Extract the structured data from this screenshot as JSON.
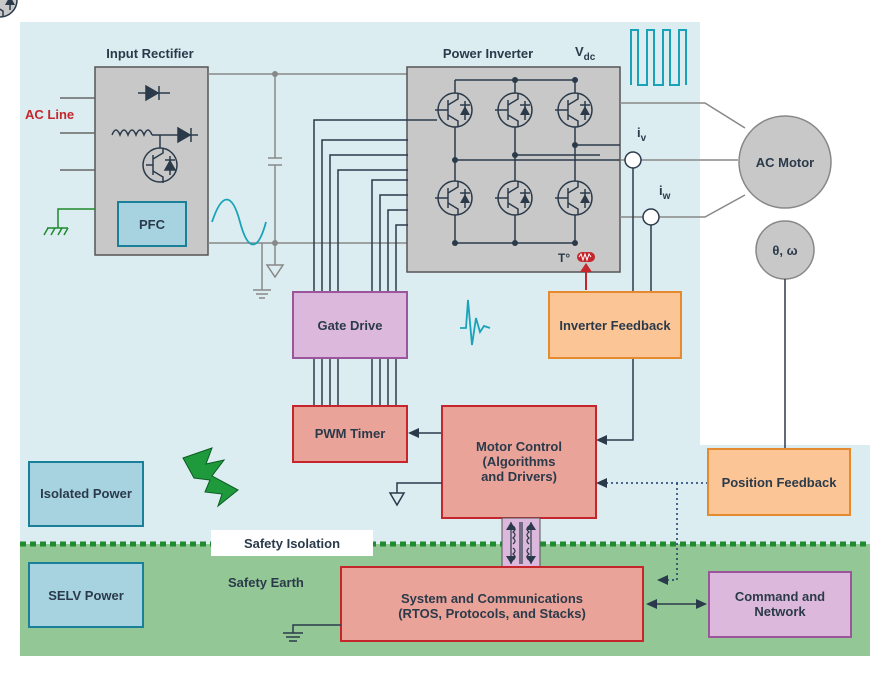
{
  "labels": {
    "input_rectifier": "Input Rectifier",
    "power_inverter": "Power Inverter",
    "vdc_main": "V",
    "vdc_sub": "dc",
    "ac_line": "AC Line",
    "pfc": "PFC",
    "iv_main": "i",
    "iv_sub": "v",
    "iw_main": "i",
    "iw_sub": "w",
    "ac_motor": "AC Motor",
    "theta_omega": "θ, ω",
    "temp": "T°",
    "gate_drive": "Gate Drive",
    "inverter_feedback": "Inverter Feedback",
    "pwm_timer": "PWM Timer",
    "motor_control_l1": "Motor Control",
    "motor_control_l2": "(Algorithms",
    "motor_control_l3": "and Drivers)",
    "position_feedback": "Position Feedback",
    "isolated_power": "Isolated Power",
    "safety_isolation": "Safety Isolation",
    "safety_earth": "Safety Earth",
    "selv_power": "SELV Power",
    "sys_comm_l1": "System and Communications",
    "sys_comm_l2": "(RTOS, Protocols, and Stacks)",
    "command_l1": "Command and",
    "command_l2": "Network"
  },
  "colors": {
    "isolated_zone": "#dcedf1",
    "earth_zone": "#93c796",
    "gray_block": "#c8c8c8",
    "blue_block": "#a7d3e1",
    "purple_block": "#dcb9dc",
    "red_block": "#e9a398",
    "orange_block": "#fcc596",
    "accent_red": "#c5262c",
    "teal": "#1aa3b8"
  }
}
